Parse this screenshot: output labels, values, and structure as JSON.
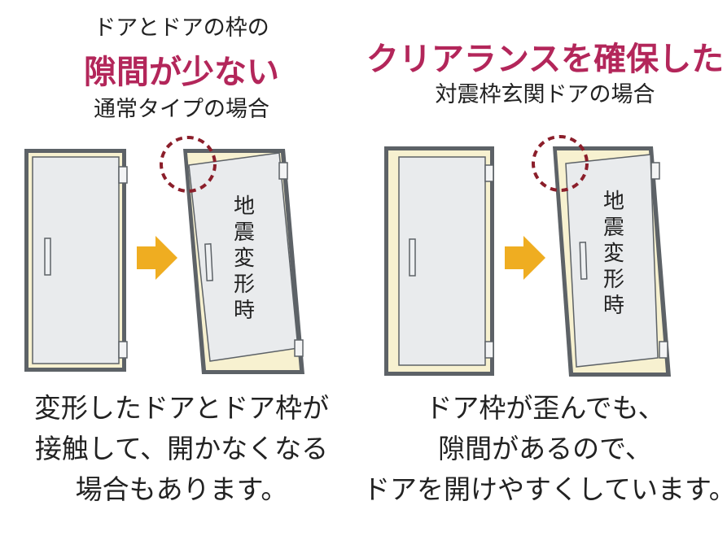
{
  "left": {
    "heading_top": "ドアとドアの枠の",
    "heading_emphasis": "隙間が少ない",
    "heading_bottom": "通常タイプの場合",
    "deformed_label": "地震変形時",
    "caption": [
      "変形したドアとドア枠が",
      "接触して、開かなくなる",
      "場合もあります。"
    ]
  },
  "right": {
    "heading_emphasis": "クリアランスを確保した",
    "heading_bottom": "対震枠玄関ドアの場合",
    "deformed_label": "地震変形時",
    "caption": [
      "ドア枠が歪んでも、",
      "隙間があるので、",
      "ドアを開けやすくしています。"
    ]
  },
  "colors": {
    "frame": "#5d6267",
    "clearance": "#f7f1d0",
    "door": "#e9ebed",
    "arrow": "#efad21",
    "highlight_circle": "#8b1e2a",
    "emphasis_text": "#b3265a"
  },
  "icons": [
    "arrow-right-icon",
    "dashed-circle-icon",
    "door-handle-icon",
    "hinge-icon"
  ]
}
